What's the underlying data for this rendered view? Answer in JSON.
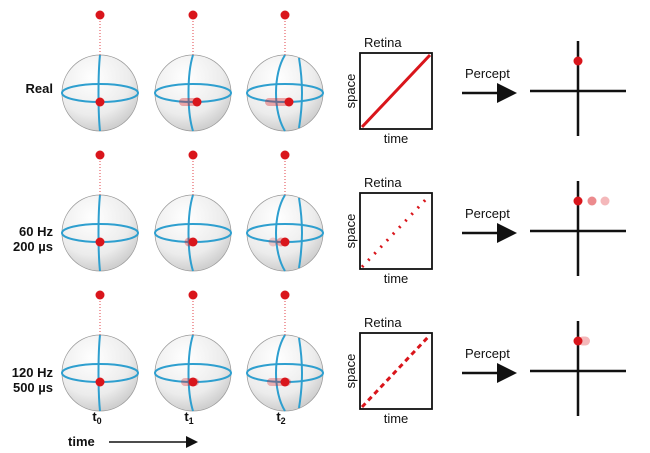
{
  "rows": [
    {
      "label_lines": [
        "Real"
      ],
      "retina_title": "Retina",
      "retina_xlabel": "time",
      "retina_ylabel": "space",
      "trace_style": "continuous",
      "percept_label": "Percept",
      "percept_blur_count": 0
    },
    {
      "label_lines": [
        "60 Hz",
        "200 µs"
      ],
      "retina_title": "Retina",
      "retina_xlabel": "time",
      "retina_ylabel": "space",
      "trace_style": "sparse-dots",
      "percept_label": "Percept",
      "percept_blur_count": 2
    },
    {
      "label_lines": [
        "120 Hz",
        "500 µs"
      ],
      "retina_title": "Retina",
      "retina_xlabel": "time",
      "retina_ylabel": "space",
      "trace_style": "dashed",
      "percept_label": "Percept",
      "percept_blur_count": 1
    }
  ],
  "time_points": [
    {
      "base": "t",
      "sub": "0"
    },
    {
      "base": "t",
      "sub": "1"
    },
    {
      "base": "t",
      "sub": "2"
    }
  ],
  "time_axis_label": "time",
  "colors": {
    "red": "#d9151b",
    "blue": "#2e9fcf",
    "sphere": "#f1f1f1",
    "axis": "#111111"
  }
}
